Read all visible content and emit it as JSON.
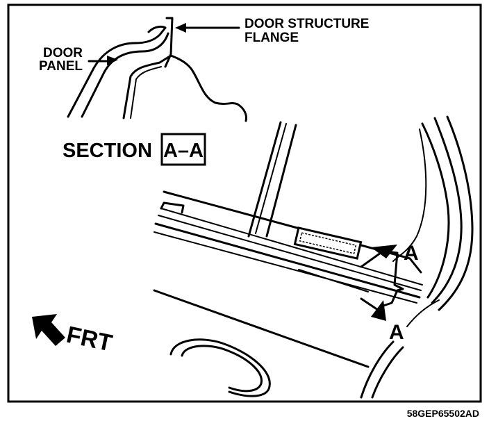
{
  "labels": {
    "door_structure": "DOOR STRUCTURE",
    "flange": "FLANGE",
    "door": "DOOR",
    "panel": "PANEL",
    "section": "SECTION",
    "section_id": "A–A",
    "marker_upper": "A",
    "marker_lower": "A",
    "front": "FRT",
    "figure_code": "58GEP65502AD"
  }
}
